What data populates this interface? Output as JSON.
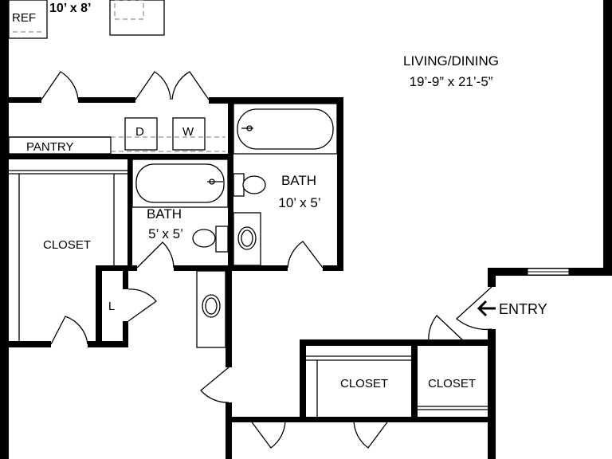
{
  "rooms": {
    "kitchen_size": "10’ x 8’",
    "living_name": "LIVING/DINING",
    "living_size": "19’-9” x 21’-5”",
    "pantry": "PANTRY",
    "closet_left": "CLOSET",
    "bath_small_name": "BATH",
    "bath_small_size": "5’ x 5’",
    "bath_large_name": "BATH",
    "bath_large_size": "10’ x 5’",
    "linen": "L",
    "entry": "ENTRY",
    "closet_mid": "CLOSET",
    "closet_right": "CLOSET"
  },
  "appliances": {
    "refrigerator": "REF",
    "dryer": "D",
    "washer": "W"
  },
  "icons": {
    "entry_arrow": "arrow-left-icon"
  },
  "colors": {
    "wall": "#000000",
    "background": "#ffffff"
  }
}
